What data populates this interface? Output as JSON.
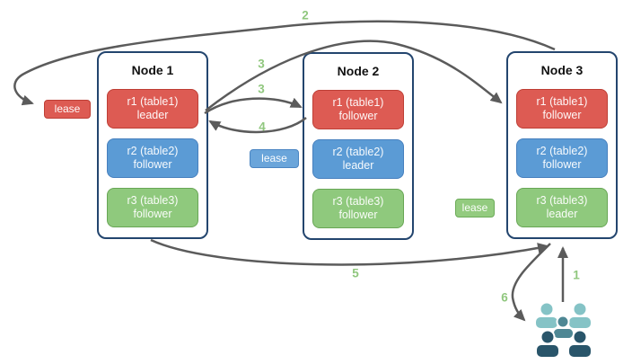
{
  "colors": {
    "replica_red": {
      "fill": "#dd5b53",
      "border": "#be3f36"
    },
    "replica_blue": {
      "fill": "#5b9bd5",
      "border": "#4780be"
    },
    "replica_green": {
      "fill": "#8fc97d",
      "border": "#68a655"
    },
    "node_border": "#23456e",
    "arrow": "#5b5b5b",
    "step_label": "#90c77e",
    "people_back": "#85c3c6",
    "people_middle": "#4e8794",
    "people_front": "#29556a"
  },
  "nodes": [
    {
      "title": "Node 1",
      "replicas": [
        {
          "line1": "r1 (table1)",
          "line2": "leader",
          "color": "red"
        },
        {
          "line1": "r2 (table2)",
          "line2": "follower",
          "color": "blue"
        },
        {
          "line1": "r3 (table3)",
          "line2": "follower",
          "color": "green"
        }
      ]
    },
    {
      "title": "Node 2",
      "replicas": [
        {
          "line1": "r1 (table1)",
          "line2": "follower",
          "color": "red"
        },
        {
          "line1": "r2 (table2)",
          "line2": "leader",
          "color": "blue"
        },
        {
          "line1": "r3 (table3)",
          "line2": "follower",
          "color": "green"
        }
      ]
    },
    {
      "title": "Node 3",
      "replicas": [
        {
          "line1": "r1 (table1)",
          "line2": "follower",
          "color": "red"
        },
        {
          "line1": "r2 (table2)",
          "line2": "follower",
          "color": "blue"
        },
        {
          "line1": "r3 (table3)",
          "line2": "leader",
          "color": "green"
        }
      ]
    }
  ],
  "leases": [
    {
      "label": "lease",
      "color": "red"
    },
    {
      "label": "lease",
      "color": "blue"
    },
    {
      "label": "lease",
      "color": "green"
    }
  ],
  "steps": [
    {
      "label": "2"
    },
    {
      "label": "3"
    },
    {
      "label": "3"
    },
    {
      "label": "4"
    },
    {
      "label": "5"
    },
    {
      "label": "6"
    },
    {
      "label": "1"
    }
  ]
}
